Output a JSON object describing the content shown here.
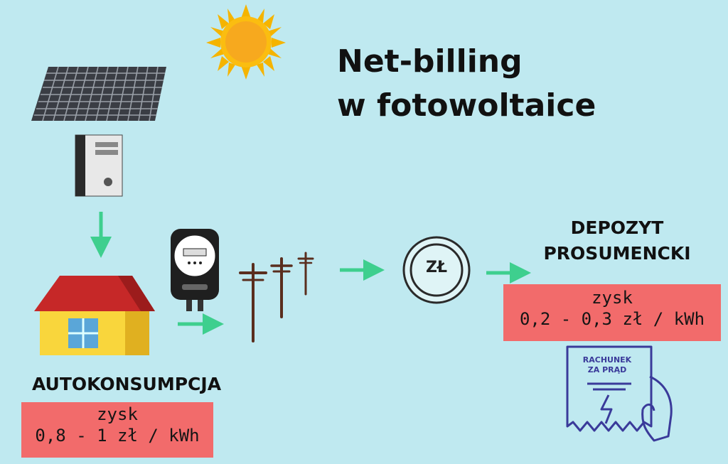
{
  "title": {
    "line1": "Net-billing",
    "line2": "w fotowoltaice"
  },
  "self_consumption": {
    "label": "AUTOKONSUMPCJA",
    "gain_label": "zysk",
    "gain_value": "0,8 - 1 zł / kWh"
  },
  "prosumer_deposit": {
    "label_line1": "DEPOZYT",
    "label_line2": "PROSUMENCKI",
    "gain_label": "zysk",
    "gain_value": "0,2 - 0,3 zł / kWh"
  },
  "currency_symbol": "ZŁ",
  "receipt": {
    "line1": "RACHUNEK",
    "line2": "ZA PRĄD"
  },
  "colors": {
    "background": "#bfe9f0",
    "gain_box": "#f26b6b",
    "arrow": "#3ecf8e",
    "sun": "#f5b400"
  },
  "icons": [
    "sun-icon",
    "solar-panel-icon",
    "inverter-icon",
    "house-icon",
    "electric-meter-icon",
    "power-poles-icon",
    "coin-icon",
    "receipt-hand-icon"
  ]
}
